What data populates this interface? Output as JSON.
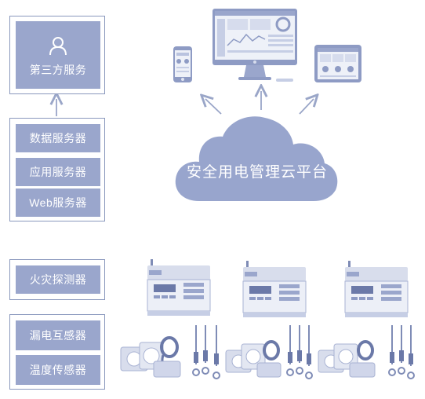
{
  "third_party": {
    "label": "第三方服务",
    "icon": "user-icon"
  },
  "servers": [
    {
      "label": "数据服务器"
    },
    {
      "label": "应用服务器"
    },
    {
      "label": "Web服务器"
    }
  ],
  "cloud": {
    "label": "安全用电管理云平台"
  },
  "fire_detector": {
    "label": "火灾探测器"
  },
  "sensors": [
    {
      "label": "漏电互感器"
    },
    {
      "label": "温度传感器"
    }
  ],
  "colors": {
    "panel": "#9aa6cc",
    "border": "#8a98bd",
    "cloud": "#98a5cd",
    "arrow": "#9aa6c8"
  }
}
